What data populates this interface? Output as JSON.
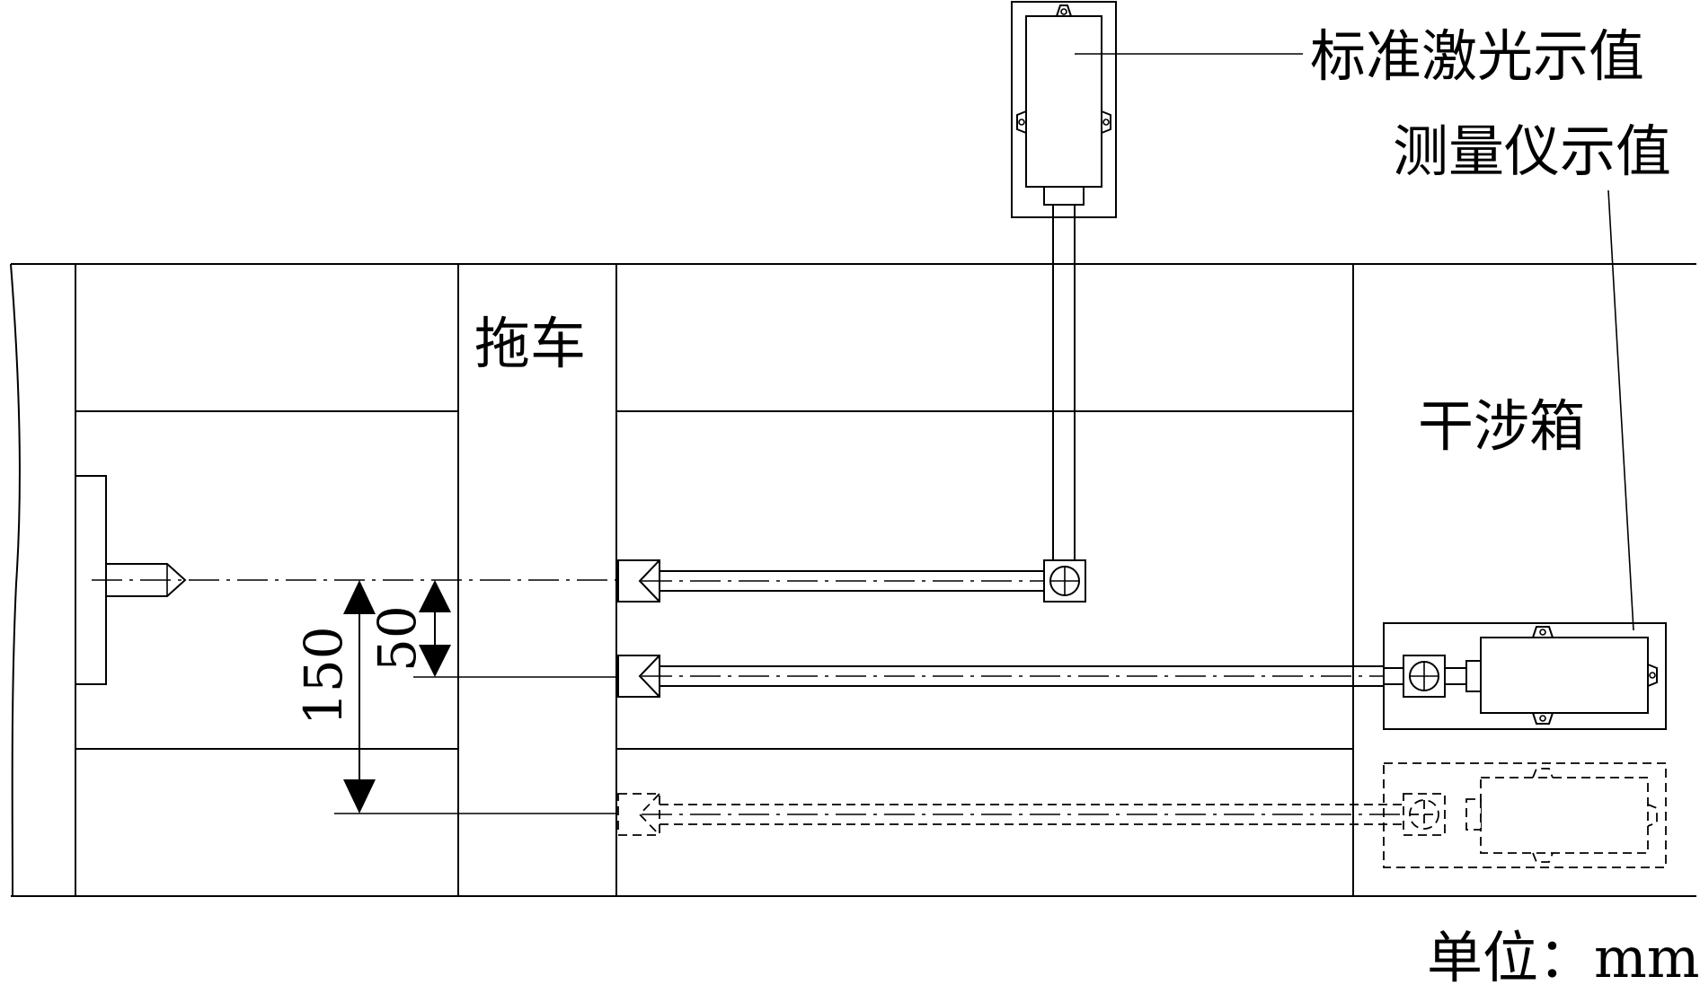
{
  "labels": {
    "standard_laser_value": "标准激光示值",
    "meter_value": "测量仪示值",
    "trailer": "拖车",
    "interference_box": "干涉箱",
    "unit": "单位：mm"
  },
  "dimensions": {
    "offset_small": "50",
    "offset_large": "150"
  }
}
